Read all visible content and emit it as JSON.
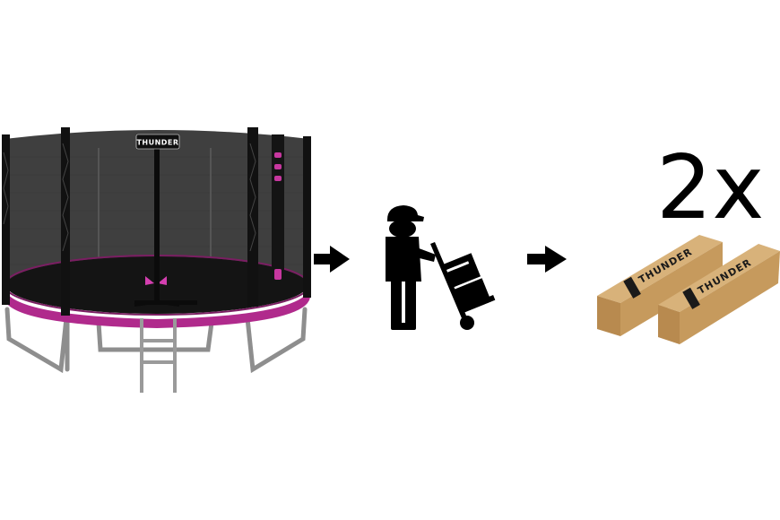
{
  "brand": {
    "name": "THUNDER",
    "accent_color": "#b02a8c",
    "net_color": "#1e1e1e"
  },
  "steps": [
    {
      "icon": "trampoline-icon"
    },
    {
      "icon": "arrow-right-icon"
    },
    {
      "icon": "delivery-person-hand-truck-icon"
    },
    {
      "icon": "arrow-right-icon"
    },
    {
      "icon": "cardboard-boxes-icon"
    }
  ],
  "packages": {
    "multiplier": "2x",
    "box_label": "THUNDER",
    "box_color": "#c9a16a"
  }
}
